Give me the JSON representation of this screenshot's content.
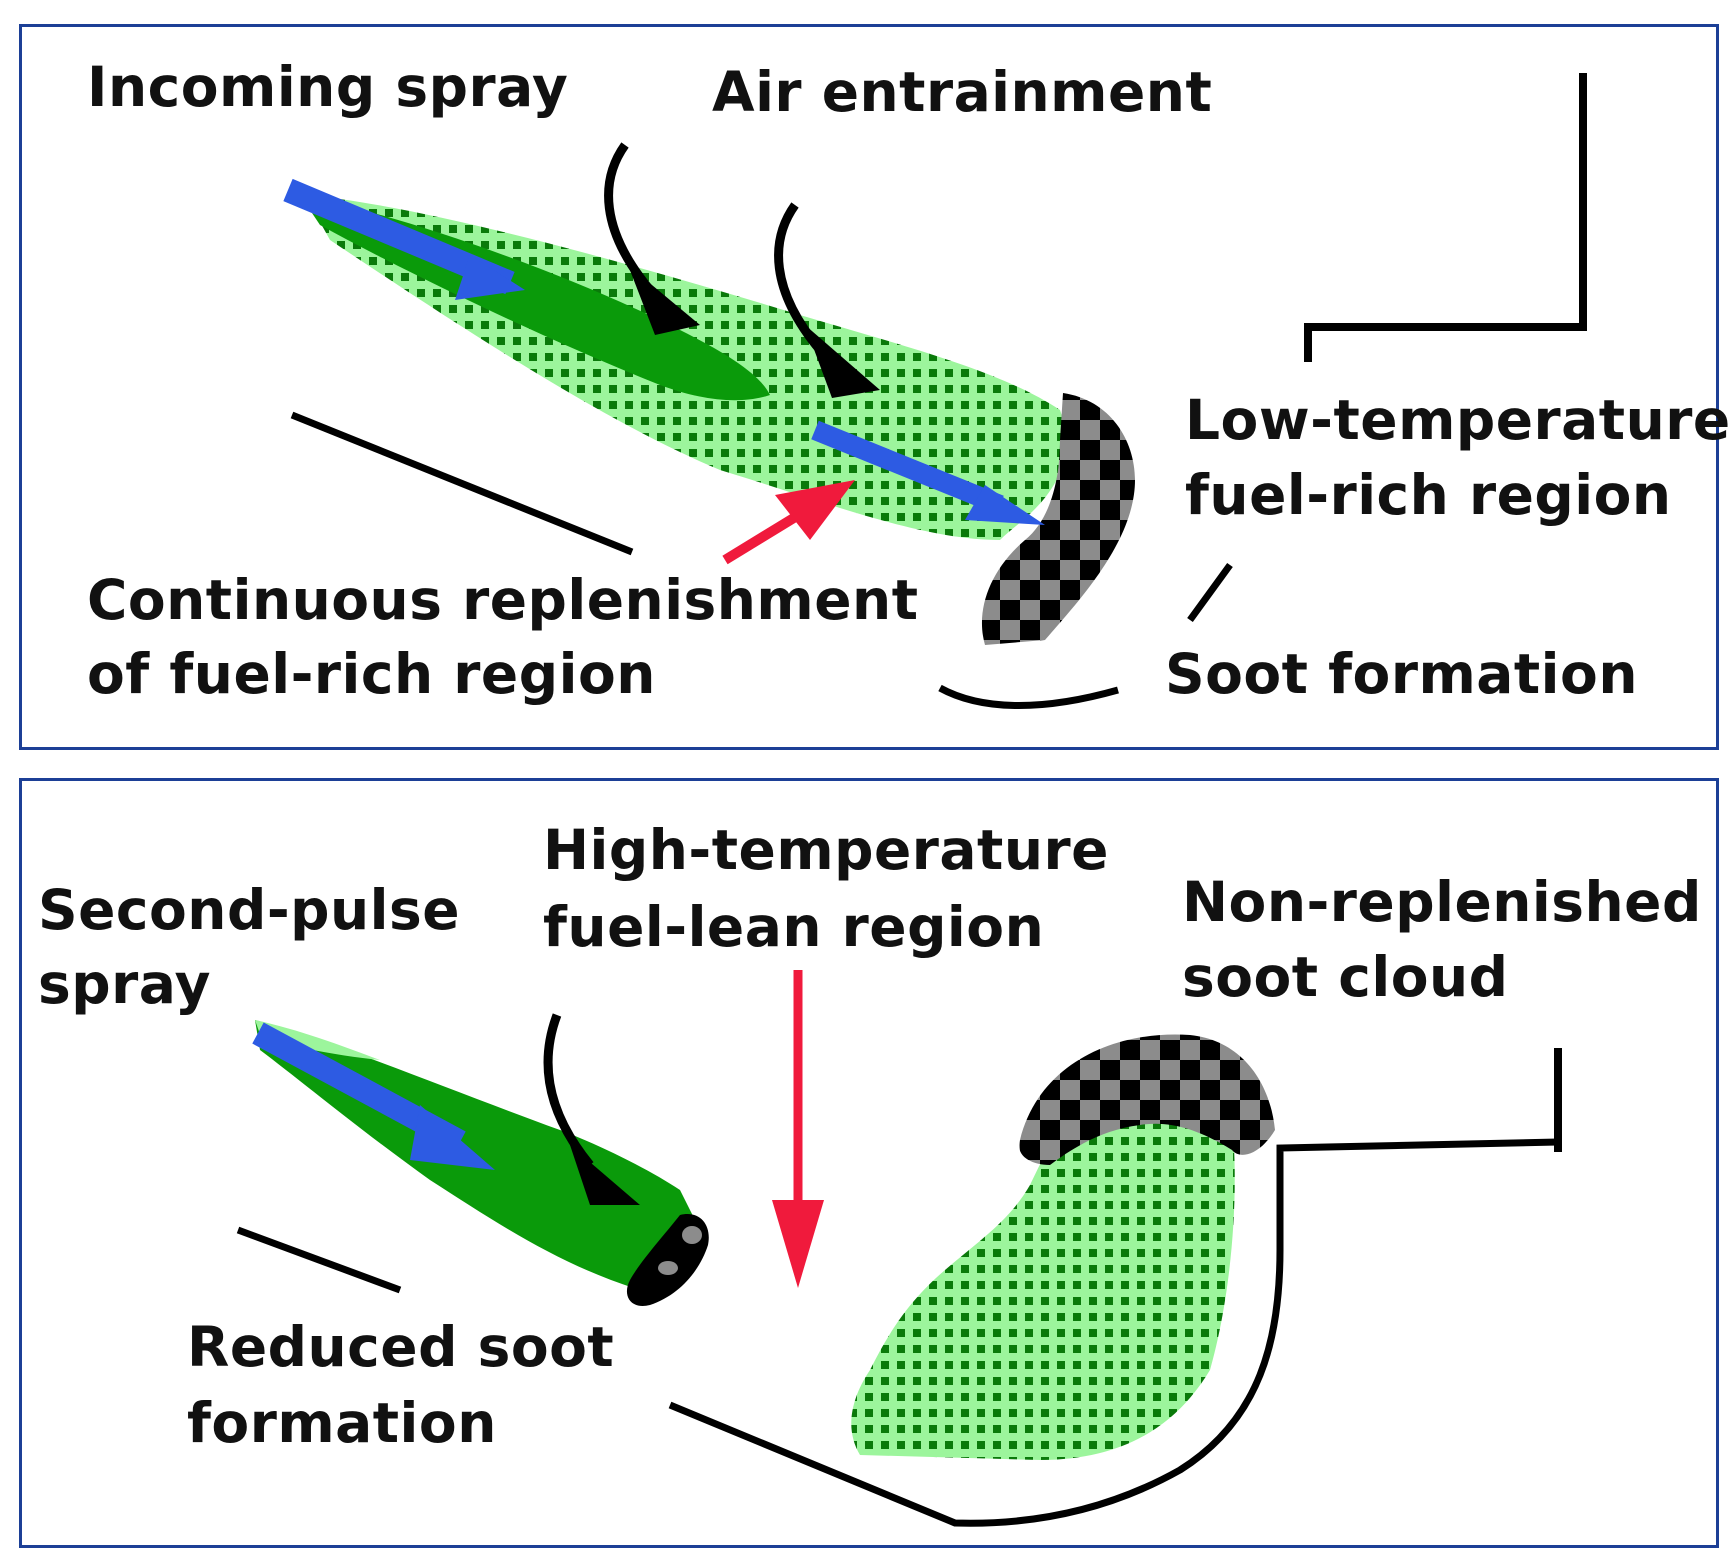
{
  "colors": {
    "border": "#1c3f96",
    "dark_green": "#0a9a0a",
    "light_green": "#9cf59c",
    "dot_green": "#0a7a0a",
    "blue": "#2d5be3",
    "red": "#f01a3c",
    "soot_gray": "#8c8c8c",
    "soot_black": "#000000",
    "line": "#000000"
  },
  "top_panel": {
    "incoming_spray": "Incoming spray",
    "air_entrainment": "Air entrainment",
    "low_temp_line1": "Low-temperature",
    "low_temp_line2": "fuel-rich region",
    "replenish_line1": "Continuous replenishment",
    "replenish_line2": "of fuel-rich region",
    "soot_formation": "Soot formation"
  },
  "bottom_panel": {
    "second_pulse_line1": "Second-pulse",
    "second_pulse_line2": "spray",
    "high_temp_line1": "High-temperature",
    "high_temp_line2": "fuel-lean region",
    "non_replenished_line1": "Non-replenished",
    "non_replenished_line2": "soot cloud",
    "reduced_line1": "Reduced soot",
    "reduced_line2": "formation"
  }
}
